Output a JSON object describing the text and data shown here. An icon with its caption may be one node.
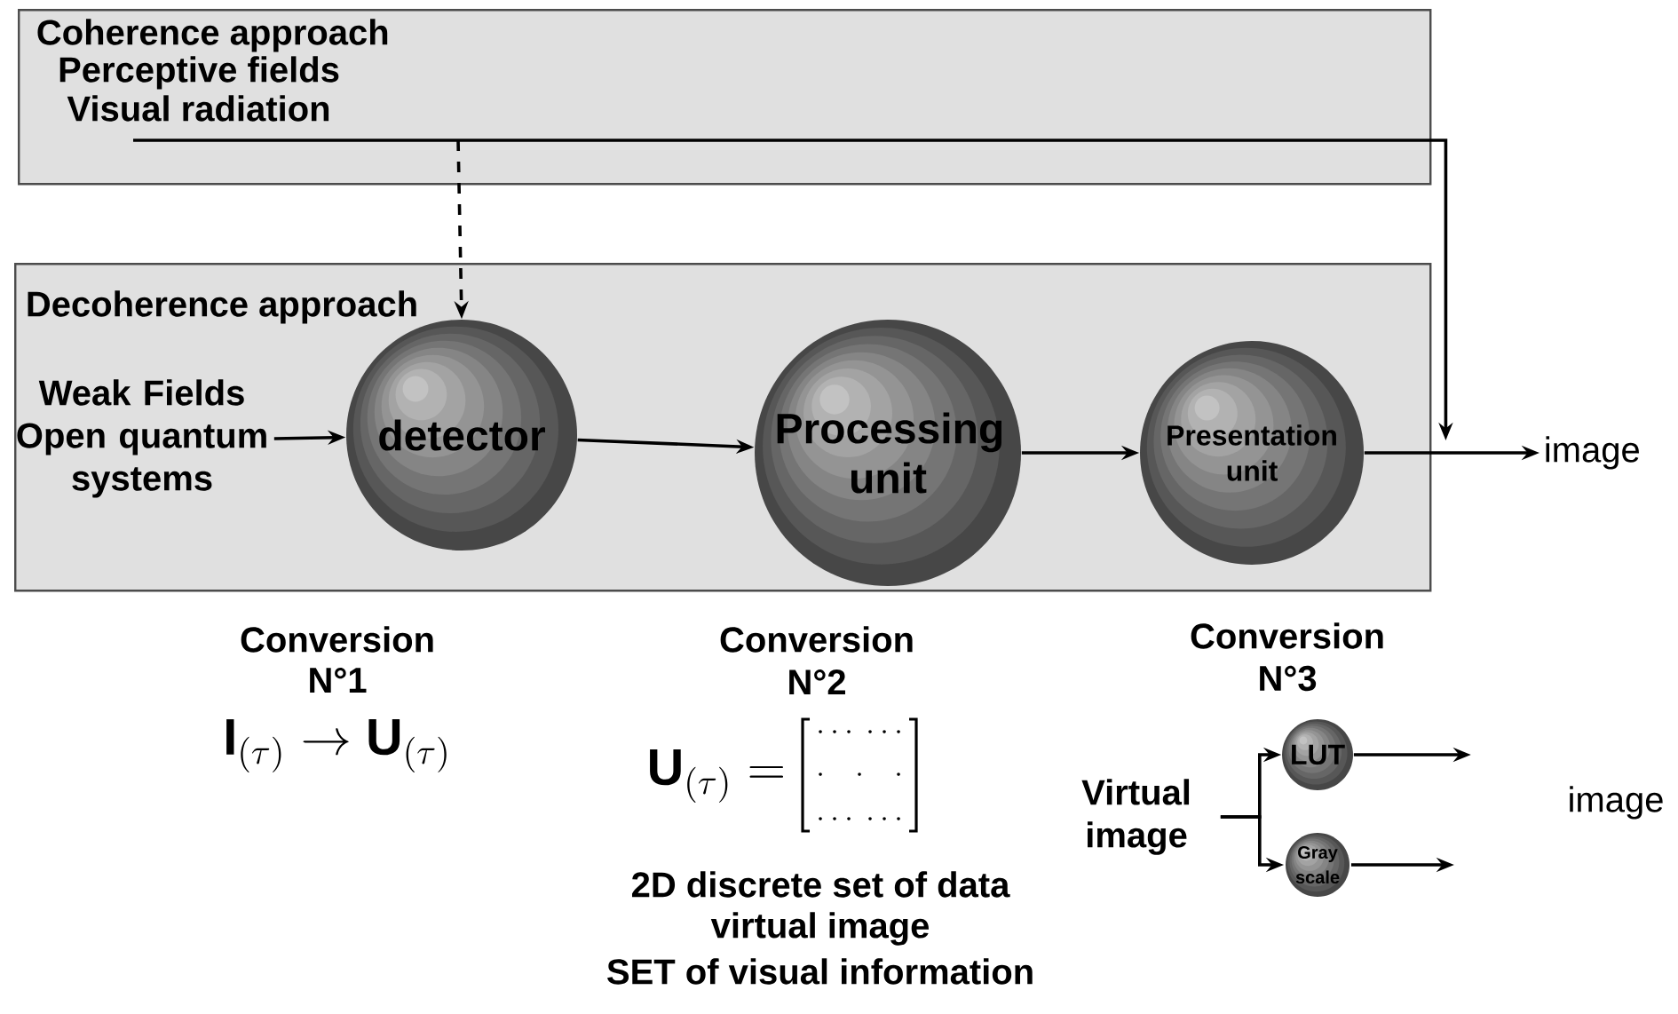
{
  "diagram": {
    "nodes": [
      {
        "text": [
          "Coherence approach",
          "Perceptive fields",
          "Visual radiation"
        ]
      },
      {
        "text": [
          "Decoherence approach"
        ]
      },
      {
        "text": [
          "Weak Fields Open quantum systems"
        ],
        "in": 1
      },
      {
        "text": [
          "detector"
        ],
        "in": 1
      },
      {
        "text": [
          "Processing unit"
        ],
        "in": 1
      },
      {
        "text": [
          "Presentation unit"
        ],
        "in": 1
      },
      {
        "text": [
          "image"
        ]
      },
      {
        "text": [
          "Virtual image"
        ]
      },
      {
        "text": [
          "LUT"
        ]
      },
      {
        "text": [
          "Gray scale"
        ]
      }
    ],
    "edges": [
      {
        "from": 0,
        "to": 3,
        "arrow": "to",
        "style": "dashed"
      },
      {
        "from": 0,
        "to": 1,
        "arrow": "to"
      },
      {
        "from": 2,
        "to": 3,
        "arrow": "to"
      },
      {
        "from": 3,
        "to": 4,
        "arrow": "to"
      },
      {
        "from": 4,
        "to": 5,
        "arrow": "to"
      },
      {
        "from": 5,
        "to": 6,
        "arrow": "to"
      },
      {
        "from": 7,
        "to": 8,
        "arrow": "to"
      },
      {
        "from": 7,
        "to": 9,
        "arrow": "to"
      },
      {
        "from": 8,
        "to": null,
        "arrow": "to"
      },
      {
        "from": 9,
        "to": null,
        "arrow": "to"
      }
    ],
    "labels": [
      "Conversion",
      "N°1",
      "\\mathbf{I}_{(\\tau)} \\rightarrow \\mathbf{U}_{(\\tau)}",
      "Conversion",
      "N°2",
      "\\mathbf{U}_{(\\tau)} =",
      "2D discrete set of data",
      "virtual image",
      "SET of visual information",
      "Conversion",
      "N°3",
      "image"
    ]
  }
}
